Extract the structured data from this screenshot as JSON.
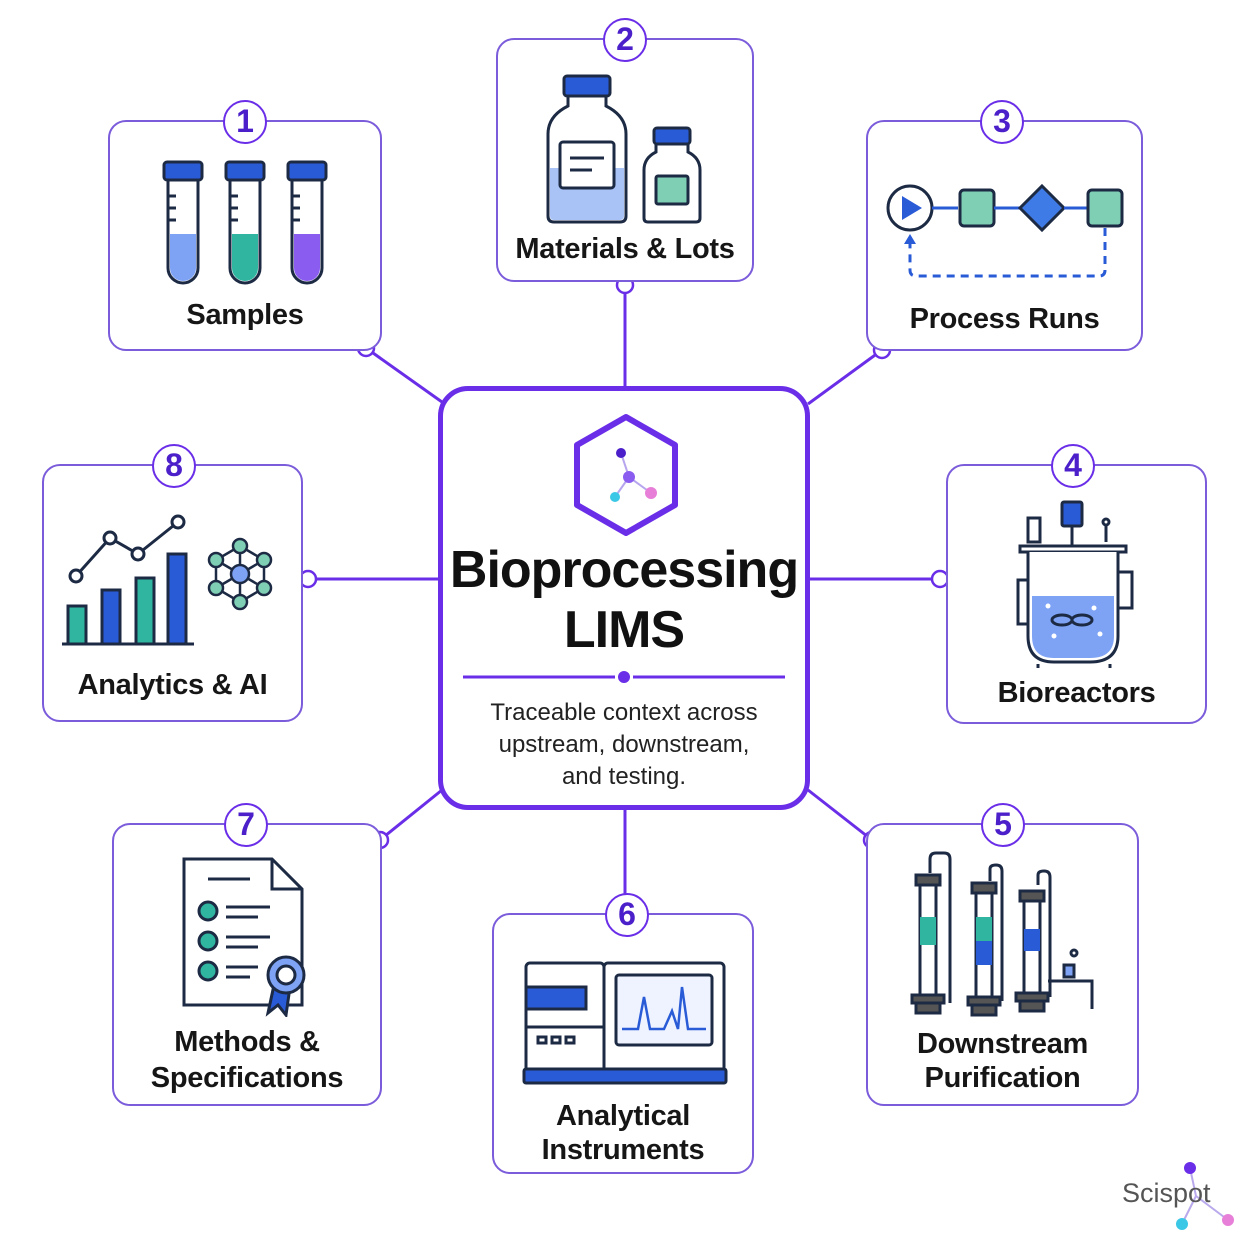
{
  "center": {
    "title_line1": "Bioprocessing",
    "title_line2": "LIMS",
    "subtitle_line1": "Traceable context across",
    "subtitle_line2": "upstream, downstream,",
    "subtitle_line3": "and testing."
  },
  "modules": [
    {
      "number": "1",
      "label": "Samples",
      "icon": "test-tubes-icon"
    },
    {
      "number": "2",
      "label": "Materials & Lots",
      "icon": "bottles-icon"
    },
    {
      "number": "3",
      "label": "Process Runs",
      "icon": "process-flow-icon"
    },
    {
      "number": "4",
      "label": "Bioreactors",
      "icon": "bioreactor-icon"
    },
    {
      "number": "5",
      "label_line1": "Downstream",
      "label_line2": "Purification",
      "icon": "chromatography-columns-icon"
    },
    {
      "number": "6",
      "label_line1": "Analytical",
      "label_line2": "Instruments",
      "icon": "analytical-instrument-icon"
    },
    {
      "number": "7",
      "label_line1": "Methods &",
      "label_line2": "Specifications",
      "icon": "certified-document-icon"
    },
    {
      "number": "8",
      "label": "Analytics & AI",
      "icon": "chart-network-icon"
    }
  ],
  "brand": {
    "name": "Scispot"
  },
  "colors": {
    "accent": "#6a2ee8",
    "card_border": "#7b5cdb",
    "blue": "#2a5bd7",
    "teal": "#2fb5a0",
    "purple": "#8a5cf0"
  }
}
